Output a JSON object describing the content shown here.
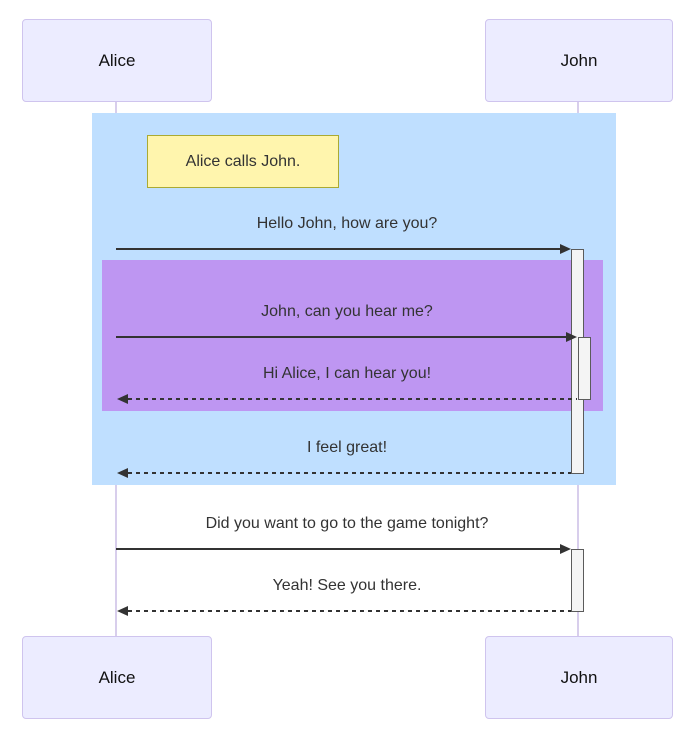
{
  "diagram_type": "sequence-diagram",
  "actors": [
    {
      "id": "alice",
      "label": "Alice"
    },
    {
      "id": "john",
      "label": "John"
    }
  ],
  "note": {
    "position": "right of Alice",
    "text": "Alice calls John."
  },
  "messages": [
    {
      "from": "Alice",
      "to": "John",
      "line": "solid",
      "text": "Hello John, how are you?"
    },
    {
      "from": "Alice",
      "to": "John",
      "line": "solid",
      "text": "John, can you hear me?"
    },
    {
      "from": "John",
      "to": "Alice",
      "line": "dashed",
      "text": "Hi Alice, I can hear you!"
    },
    {
      "from": "John",
      "to": "Alice",
      "line": "dashed",
      "text": "I feel great!"
    },
    {
      "from": "Alice",
      "to": "John",
      "line": "solid",
      "text": "Did you want to go to the game tonight?"
    },
    {
      "from": "John",
      "to": "Alice",
      "line": "dashed",
      "text": "Yeah! See you there."
    }
  ],
  "highlight_rects": [
    {
      "name": "outer",
      "color": "#BFDFFF"
    },
    {
      "name": "inner",
      "color": "#BE96F2"
    }
  ],
  "colors": {
    "outer_rect": "#BFDFFF",
    "inner_rect": "#BE96F2",
    "note_fill": "#FFF5AD",
    "note_border": "#AAAA33",
    "actor_fill": "#ECECFF",
    "actor_border": "#CFC4EE",
    "lifeline": "#D8CEEC",
    "activation_fill": "#F4F4F4",
    "activation_border": "#5B5B5B",
    "message": "#333333"
  }
}
